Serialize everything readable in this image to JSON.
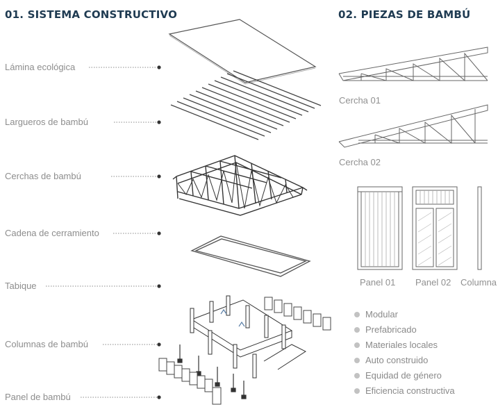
{
  "section1": {
    "title": "01. SISTEMA CONSTRUCTIVO",
    "layers": [
      {
        "label": "Lámina ecológica"
      },
      {
        "label": "Largueros de bambú"
      },
      {
        "label": "Cerchas de bambú"
      },
      {
        "label": "Cadena de cerramiento"
      },
      {
        "label": "Tabique"
      },
      {
        "label": "Columnas de bambú"
      },
      {
        "label": "Panel de bambú"
      }
    ]
  },
  "section2": {
    "title": "02. PIEZAS DE BAMBÚ",
    "trusses": [
      {
        "label": "Cercha 01"
      },
      {
        "label": "Cercha 02"
      }
    ],
    "panels": [
      {
        "label": "Panel 01"
      },
      {
        "label": "Panel 02"
      },
      {
        "label": "Columna"
      }
    ]
  },
  "features": [
    "Modular",
    "Prefabricado",
    "Materiales locales",
    "Auto construido",
    "Equidad de género",
    "Eficiencia constructiva"
  ],
  "colors": {
    "title": "#1f3b52",
    "label": "#8d8d8d",
    "line": "#555555",
    "bullet": "#c2c2c2"
  }
}
